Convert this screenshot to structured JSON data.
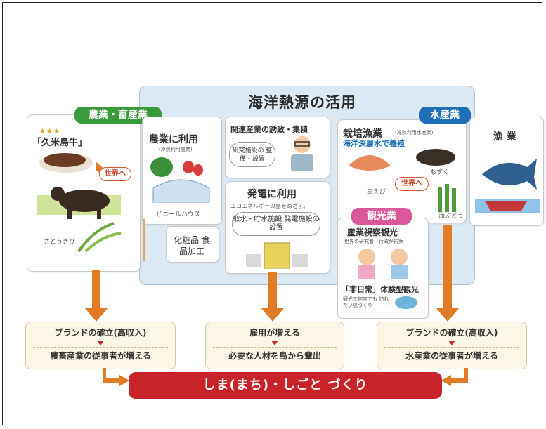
{
  "title": "海洋熱源の活用",
  "sections": {
    "agri": {
      "tag": "農業・畜産業",
      "stars": "★★★",
      "beef_label": "「久米島牛」",
      "world": "世界へ",
      "cane_label": "さとうきび"
    },
    "farm": {
      "title": "農業に利用",
      "subtitle": "(冷熱利用農業)",
      "house_label": "ビニールハウス"
    },
    "industry": {
      "title": "関連産業の誘致・集積",
      "pill": "研究施設の 整備・設置"
    },
    "power": {
      "title": "発電に利用",
      "subtitle": "エコエネルギーの島をめざす。",
      "pill": "取水・貯水施設 発電施設の設置"
    },
    "cosmetics": {
      "label": "化粧品 食品加工"
    },
    "fish": {
      "tag": "水産業",
      "title": "栽培漁業",
      "title_note": "(冷熱利用水産業)",
      "subtitle": "海洋深層水で養殖",
      "shrimp": "車えび",
      "mozuku": "もずく",
      "world": "世界へ",
      "umibudo": "海ぶどう"
    },
    "fishery": {
      "title": "漁 業"
    },
    "tourism": {
      "tag": "観光業",
      "title": "産業視察観光",
      "subtitle": "世界の研究者、行政が視察",
      "exp_title": "「非日常」体験型観光",
      "exp_note": "観光で何度でも 訪れたい島づくり"
    }
  },
  "results": [
    {
      "line1": "ブランドの確立(高収入)",
      "line2": "農畜産業の従事者が増える"
    },
    {
      "line1": "雇用が増える",
      "line2": "必要な人材を島から輩出"
    },
    {
      "line1": "ブランドの確立(高収入)",
      "line2": "水産業の従事者が増える"
    }
  ],
  "banner": "しま(まち)・しごと づくり",
  "colors": {
    "panel": "#dbe9f4",
    "agri_tag": "#3a9a3c",
    "fish_tag": "#1f6fb8",
    "tour_tag": "#d9579a",
    "arrow": "#e07b26",
    "banner": "#c8222a"
  }
}
